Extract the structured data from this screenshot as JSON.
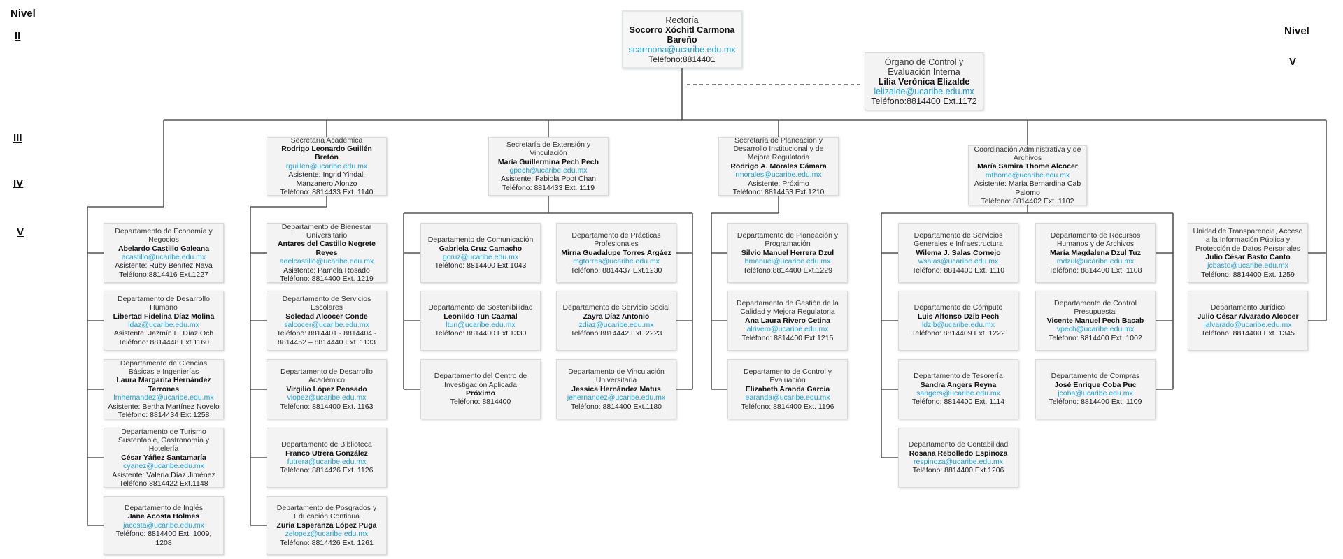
{
  "levels": {
    "left_title": "Nivel",
    "left_marks": [
      "II",
      "III",
      "IV",
      "V"
    ],
    "right_title": "Nivel",
    "right_mark": "V"
  },
  "colors": {
    "line": "#555555",
    "email": "#1aa0d8",
    "box_bg": "#f3f3f3"
  },
  "boxes": [
    {
      "unit": "Rectoría",
      "name": "Socorro Xóchitl Carmona Bareño",
      "email": "scarmona@ucaribe.edu.mx",
      "phone": "Teléfono:8814401"
    },
    {
      "unit": "Órgano de Control y Evaluación Interna",
      "name": "Lilia Verónica Elizalde",
      "email": "lelizalde@ucaribe.edu.mx",
      "phone": "Teléfono:8814400 Ext.1172"
    },
    {
      "unit": "Secretaría Académica",
      "name": "Rodrigo Leonardo Guillén Bretón",
      "email": "rguillen@ucaribe.edu.mx",
      "asst": "Asistente: Ingrid Yindali Manzanero Alonzo",
      "phone": "Teléfono: 8814433 Ext. 1140"
    },
    {
      "unit": "Secretaría de Extensión y Vinculación",
      "name": "María Guillermina Pech Pech",
      "email": "gpech@ucaribe.edu.mx",
      "asst": "Asistente: Fabiola Poot Chan",
      "phone": "Teléfono: 8814433 Ext. 1119"
    },
    {
      "unit": "Secretaría de Planeación y Desarrollo Institucional y de Mejora Regulatoria",
      "name": "Rodrigo A. Morales Cámara",
      "email": "rmorales@ucaribe.edu.mx",
      "asst": "Asistente: Próximo",
      "phone": "Teléfono: 8814453 Ext.1210"
    },
    {
      "unit": "Coordinación Administrativa y de Archivos",
      "name": "María Samira Thome Alcocer",
      "email": "mthome@ucaribe.edu.mx",
      "asst": "Asistente: María Bernardina Cab Palomo",
      "phone": "Teléfono: 8814402 Ext. 1102"
    },
    {
      "unit": "Departamento de Economía y Negocios",
      "name": "Abelardo Castillo Galeana",
      "email": "acastillo@ucaribe.edu.mx",
      "asst": "Asistente: Ruby Benítez Nava",
      "phone": "Teléfono:8814416 Ext.1227"
    },
    {
      "unit": "Departamento de Desarrollo Humano",
      "name": "Libertad Fidelina Díaz Molina",
      "email": "ldaz@ucaribe.edu.mx",
      "asst": "Asistente: Jazmín E. Díaz Och",
      "phone": "Teléfono: 8814448 Ext.1160"
    },
    {
      "unit": "Departamento de Ciencias Básicas e Ingenierías",
      "name": "Laura Margarita Hernández Terrones",
      "email": "lmhernandez@ucaribe.edu.mx",
      "asst": "Asistente: Bertha Martínez Novelo",
      "phone": "Teléfono: 8814434 Ext.1258"
    },
    {
      "unit": "Departamento de Turismo Sustentable, Gastronomía y Hotelería",
      "name": "César Yáñez Santamaría",
      "email": "cyanez@ucaribe.edu.mx",
      "asst": "Asistente: Valeria Díaz Jiménez",
      "phone": "Teléfono:8814422 Ext.1148"
    },
    {
      "unit": "Departamento de Inglés",
      "name": "Jane Acosta Holmes",
      "email": "jacosta@ucaribe.edu.mx",
      "phone": "Teléfono: 8814400 Ext. 1009, 1208"
    },
    {
      "unit": "Departamento de Bienestar Universitario",
      "name": "Antares del Castillo Negrete Reyes",
      "email": "adelcastillo@ucaribe.edu.mx",
      "asst": "Asistente: Pamela Rosado",
      "phone": "Teléfono: 8814400 Ext. 1219"
    },
    {
      "unit": "Departamento de Servicios Escolares",
      "name": "Soledad Alcocer Conde",
      "email": "salcocer@ucaribe.edu.mx",
      "phone": "Teléfono: 8814401 - 8814404 - 8814452 – 8814440 Ext. 1133"
    },
    {
      "unit": "Departamento de Desarrollo Académico",
      "name": "Virgilio López Pensado",
      "email": "vlopez@ucaribe.edu.mx",
      "phone": "Teléfono: 8814400 Ext. 1163"
    },
    {
      "unit": "Departamento de Biblioteca",
      "name": "Franco Utrera González",
      "email": "futrera@ucaribe.edu.mx",
      "phone": "Teléfono: 8814426 Ext. 1126"
    },
    {
      "unit": "Departamento de Posgrados y Educación Continua",
      "name": "Zuria Esperanza López Puga",
      "email": "zelopez@ucaribe.edu.mx",
      "phone": "Teléfono: 8814426 Ext. 1261"
    },
    {
      "unit": "Departamento de Comunicación",
      "name": "Gabriela Cruz Camacho",
      "email": "gcruz@ucaribe.edu.mx",
      "phone": "Teléfono: 8814400 Ext.1043"
    },
    {
      "unit": "Departamento de Sostenibilidad",
      "name": "Leonildo Tun Caamal",
      "email": "ltun@ucaribe.edu.mx",
      "phone": "Teléfono: 8814400 Ext.1330"
    },
    {
      "unit": "Departamento del Centro de Investigación Aplicada",
      "name": "Próximo",
      "phone": "Teléfono: 8814400"
    },
    {
      "unit": "Departamento de Prácticas Profesionales",
      "name": "Mirna Guadalupe Torres Argáez",
      "email": "mgtorres@ucaribe.edu.mx",
      "phone": "Teléfono: 8814437 Ext.1230"
    },
    {
      "unit": "Departamento de Servicio Social",
      "name": "Zayra Díaz Antonio",
      "email": "zdiaz@ucaribe.edu.mx",
      "phone": "Teléfono:8814442 Ext. 2223"
    },
    {
      "unit": "Departamento de Vinculación Universitaria",
      "name": "Jessica Hernández Matus",
      "email": "jehernandez@ucaribe.edu.mx",
      "phone": "Teléfono: 8814400 Ext.1180"
    },
    {
      "unit": "Departamento de Planeación y Programación",
      "name": "Silvio Manuel Herrera Dzul",
      "email": "hmanuel@ucaribe.edu.mx",
      "phone": "Teléfono:8814400 Ext.1229"
    },
    {
      "unit": "Departamento de Gestión de la Calidad y Mejora Regulatoria",
      "name": "Ana Laura Rivero Cetina",
      "email": "alrivero@ucaribe.edu.mx",
      "phone": "Teléfono: 8814400 Ext.1215"
    },
    {
      "unit": "Departamento de Control y Evaluación",
      "name": "Elizabeth Aranda García",
      "email": "earanda@ucaribe.edu.mx",
      "phone": "Teléfono: 8814400 Ext. 1196"
    },
    {
      "unit": "Departamento de Servicios Generales e Infraestructura",
      "name": "Wilema J. Salas Cornejo",
      "email": "wsalas@ucaribe.edu.mx",
      "phone": "Teléfono: 8814400 Ext. 1110"
    },
    {
      "unit": "Departamento de Cómputo",
      "name": "Luis Alfonso Dzib Pech",
      "email": "ldzib@ucaribe.edu.mx",
      "phone": "Teléfono: 8814409 Ext. 1222"
    },
    {
      "unit": "Departamento de Tesorería",
      "name": "Sandra Angers Reyna",
      "email": "sangers@ucaribe.edu.mx",
      "phone": "Teléfono: 8814400 Ext. 1114"
    },
    {
      "unit": "Departamento de Contabilidad",
      "name": "Rosana Rebolledo Espinoza",
      "email": "respinoza@ucaribe.edu.mx",
      "phone": "Teléfono: 8814400 Ext.1206"
    },
    {
      "unit": "Departamento de Recursos Humanos y de Archivos",
      "name": "María Magdalena Dzul Tuz",
      "email": "mdzul@ucaribe.edu.mx",
      "phone": "Teléfono: 8814400 Ext. 1108"
    },
    {
      "unit": "Departamento de Control Presupuestal",
      "name": "Vicente Manuel Pech Bacab",
      "email": "vpech@ucaribe.edu.mx",
      "phone": "Teléfono: 8814400 Ext. 1002"
    },
    {
      "unit": "Departamento de Compras",
      "name": "José Enrique Coba Puc",
      "email": "jcoba@ucaribe.edu.mx",
      "phone": "Teléfono: 8814400 Ext. 1109"
    },
    {
      "unit": "Unidad de Transparencia, Acceso a la Información Pública y Protección de Datos Personales",
      "name": "Julio César Basto Canto",
      "email": "jcbasto@ucaribe.edu.mx",
      "phone": "Teléfono: 8814400 Ext. 1259"
    },
    {
      "unit": "Departamento Jurídico",
      "name": "Julio César Alvarado Alcocer",
      "email": "jalvarado@ucaribe.edu.mx",
      "phone": "Teléfono: 8814400 Ext. 1345"
    }
  ]
}
